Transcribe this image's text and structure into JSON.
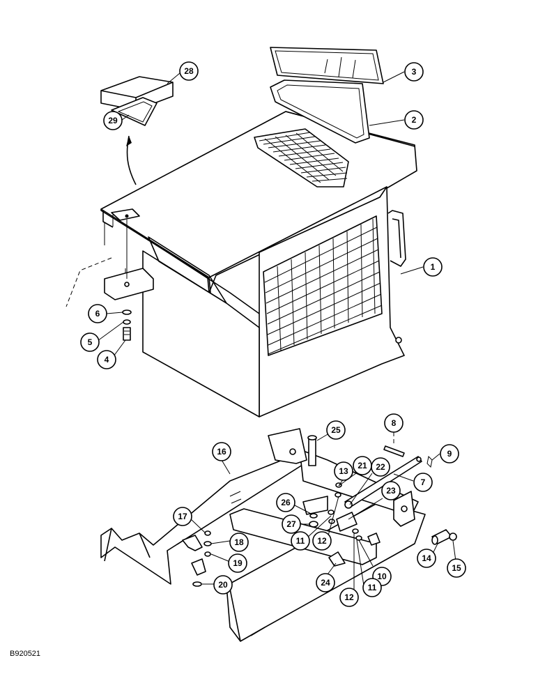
{
  "figure_id": "B920521",
  "callouts": [
    {
      "label": "1"
    },
    {
      "label": "2"
    },
    {
      "label": "3"
    },
    {
      "label": "4"
    },
    {
      "label": "5"
    },
    {
      "label": "6"
    },
    {
      "label": "7"
    },
    {
      "label": "8"
    },
    {
      "label": "9"
    },
    {
      "label": "10"
    },
    {
      "label": "11"
    },
    {
      "label": "11"
    },
    {
      "label": "12"
    },
    {
      "label": "12"
    },
    {
      "label": "13"
    },
    {
      "label": "14"
    },
    {
      "label": "15"
    },
    {
      "label": "16"
    },
    {
      "label": "17"
    },
    {
      "label": "18"
    },
    {
      "label": "19"
    },
    {
      "label": "20"
    },
    {
      "label": "21"
    },
    {
      "label": "22"
    },
    {
      "label": "23"
    },
    {
      "label": "24"
    },
    {
      "label": "25"
    },
    {
      "label": "26"
    },
    {
      "label": "27"
    },
    {
      "label": "28"
    },
    {
      "label": "29"
    }
  ]
}
